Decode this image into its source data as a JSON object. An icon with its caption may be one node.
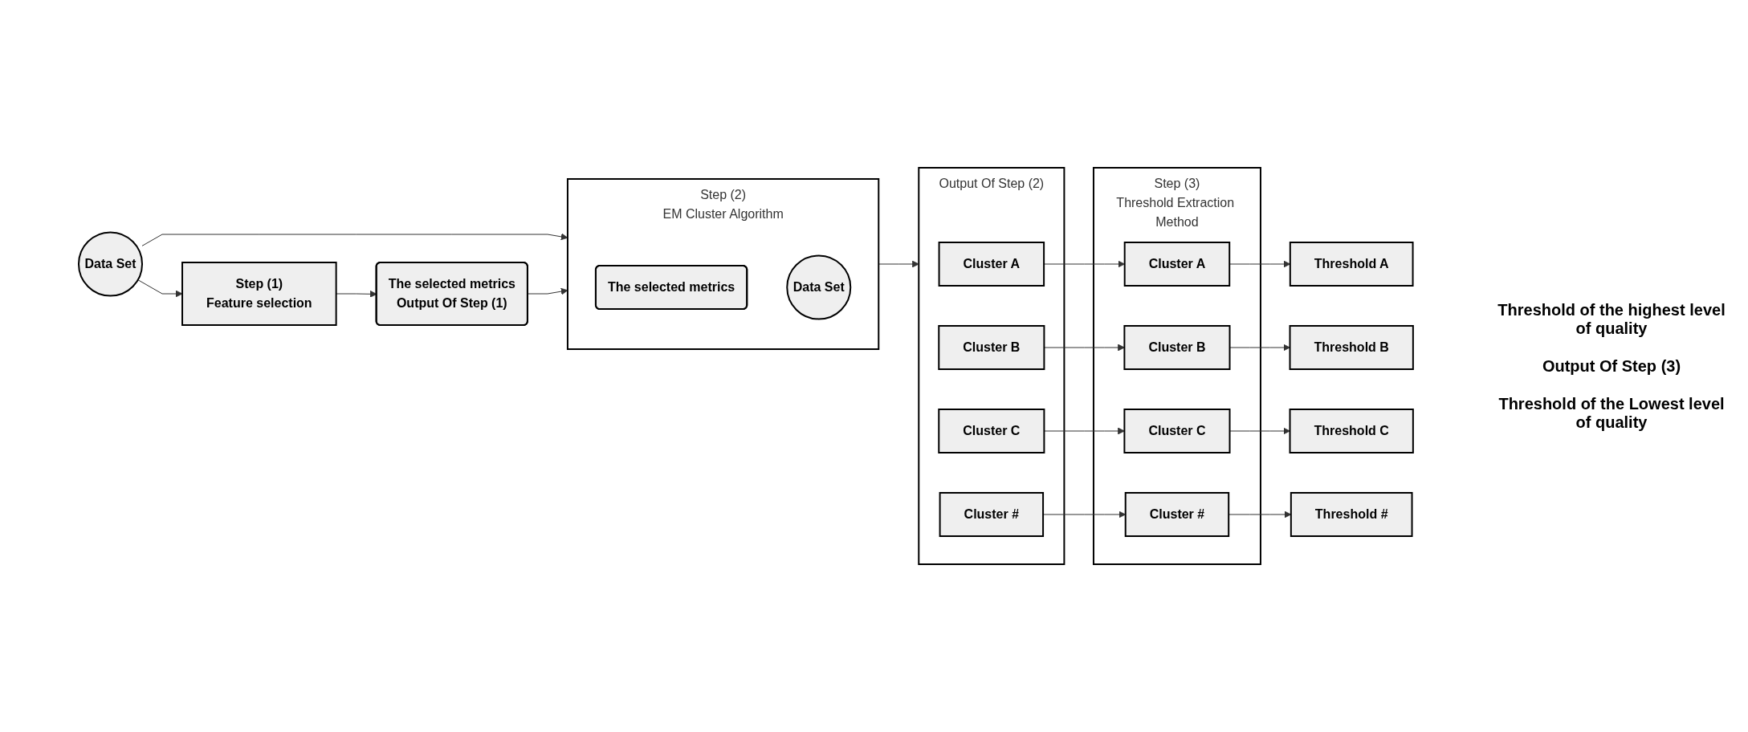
{
  "diagram": {
    "nodes": [
      {
        "text": [
          "Data Set"
        ]
      },
      {
        "text": [
          "Step (1)",
          "Feature selection"
        ]
      },
      {
        "text": [
          "The selected metrics",
          "Output Of Step (1)"
        ]
      },
      {
        "text": [
          "Step (2)",
          "EM Cluster Algorithm"
        ]
      },
      {
        "text": [
          "The selected metrics"
        ],
        "in": 3
      },
      {
        "text": [
          "Data Set"
        ],
        "in": 3
      },
      {
        "text": [
          "Output Of Step (2)"
        ]
      },
      {
        "text": [
          "Cluster A"
        ],
        "in": 6
      },
      {
        "text": [
          "Cluster B"
        ],
        "in": 6
      },
      {
        "text": [
          "Cluster C"
        ],
        "in": 6
      },
      {
        "text": [
          "Cluster #"
        ],
        "in": 6
      },
      {
        "text": [
          "Step (3)",
          "Threshold Extraction Method"
        ]
      },
      {
        "text": [
          "Cluster A"
        ],
        "in": 11
      },
      {
        "text": [
          "Cluster B"
        ],
        "in": 11
      },
      {
        "text": [
          "Cluster C"
        ],
        "in": 11
      },
      {
        "text": [
          "Cluster #"
        ],
        "in": 11
      },
      {
        "text": [
          "Threshold  A"
        ]
      },
      {
        "text": [
          "Threshold  B"
        ]
      },
      {
        "text": [
          "Threshold  C"
        ]
      },
      {
        "text": [
          "Threshold  #"
        ]
      }
    ],
    "edges": [
      {
        "from": 0,
        "to": 1,
        "arrow": "to"
      },
      {
        "from": 0,
        "to": 3,
        "arrow": "to"
      },
      {
        "from": 1,
        "to": 2,
        "arrow": "to"
      },
      {
        "from": 2,
        "to": 3,
        "arrow": "to"
      },
      {
        "from": 3,
        "to": 6,
        "arrow": "to"
      },
      {
        "from": 7,
        "to": 12,
        "arrow": "to"
      },
      {
        "from": 8,
        "to": 13,
        "arrow": "to"
      },
      {
        "from": 9,
        "to": 14,
        "arrow": "to"
      },
      {
        "from": 10,
        "to": 15,
        "arrow": "to"
      },
      {
        "from": 12,
        "to": 16,
        "arrow": "to"
      },
      {
        "from": 13,
        "to": 17,
        "arrow": "to"
      },
      {
        "from": 14,
        "to": 18,
        "arrow": "to"
      },
      {
        "from": 15,
        "to": 19,
        "arrow": "to"
      }
    ],
    "labels": [
      "Threshold of the highest level of quality",
      "Output Of Step (3)",
      "Threshold of the Lowest level of quality"
    ]
  }
}
